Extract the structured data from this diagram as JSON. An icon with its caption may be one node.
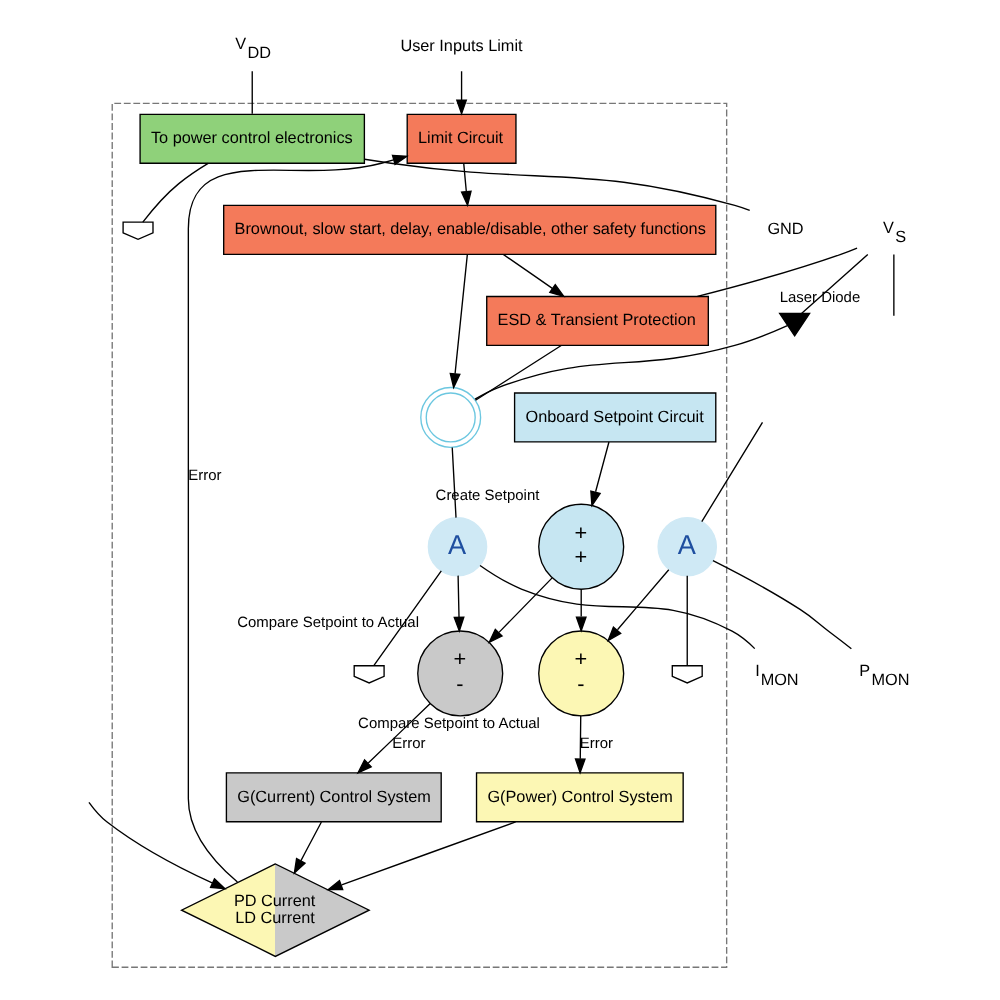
{
  "diagram": {
    "nodes": [
      {
        "text": [],
        "shape": "box"
      },
      {
        "text": [
          "V$_{DD}$"
        ]
      },
      {
        "text": [
          "GND"
        ]
      },
      {
        "text": [
          "User Inputs Limit"
        ]
      },
      {
        "text": [
          "V$_{S}$"
        ]
      },
      {
        "text": [
          "To power control electronics"
        ],
        "in": 0
      },
      {
        "text": [
          "Limit Circuit"
        ],
        "in": 0
      },
      {
        "text": [
          "Brownout, slow start, delay, enable/disable, other safety functions"
        ],
        "in": 0
      },
      {
        "text": [
          "ESD & Transient Protection"
        ],
        "in": 0
      },
      {
        "text": [],
        "shape": "diode",
        "beside": [
          "Laser Diode"
        ]
      },
      {
        "text": [
          "PD Current",
          "LD Current"
        ],
        "in": 0
      },
      {
        "text": [],
        "shape": "circle",
        "in": 0
      },
      {
        "text": [
          "A"
        ],
        "in": 0
      },
      {
        "text": [],
        "shape": "ground",
        "in": 0
      },
      {
        "text": [
          "Onboard Setpoint Circuit"
        ],
        "in": 0
      },
      {
        "text": [
          "G(Power) Control System"
        ],
        "in": 0
      },
      {
        "text": [
          "G(Current) Control System"
        ],
        "in": 0
      },
      {
        "text": [
          "+",
          "+"
        ],
        "beside": [
          "Create Setpoint"
        ],
        "in": 0
      },
      {
        "text": [
          "+",
          "-"
        ],
        "beside": [
          "Compare Setpoint to Actual"
        ],
        "in": 0
      },
      {
        "text": [
          "A"
        ],
        "in": 0
      },
      {
        "text": [],
        "shape": "ground",
        "in": 0
      },
      {
        "text": [
          "+",
          "-"
        ],
        "beside": [
          "Compare Setpoint to Actual"
        ],
        "in": 0
      },
      {
        "text": [
          "I$_{MON}$"
        ]
      },
      {
        "text": [
          "P$_{MON}$"
        ]
      },
      {
        "text": [],
        "shape": "ground",
        "in": 0
      }
    ],
    "edges": [
      {
        "from": 1,
        "to": 5,
        "arrow": "none"
      },
      {
        "from": 5,
        "to": 2,
        "arrow": "none"
      },
      {
        "from": 5,
        "to": 24,
        "arrow": "none"
      },
      {
        "from": 3,
        "to": 6,
        "arrow": "to"
      },
      {
        "from": 10,
        "to": 6,
        "arrow": "to",
        "label": "Error"
      },
      {
        "from": 6,
        "to": 7,
        "arrow": "to"
      },
      {
        "from": 7,
        "to": 8,
        "arrow": "to"
      },
      {
        "from": 4,
        "to": 8,
        "arrow": "none"
      },
      {
        "from": 4,
        "to": 9,
        "arrow": "none"
      },
      {
        "from": 4,
        "to": null,
        "arrow": "none"
      },
      {
        "from": 8,
        "to": 11,
        "arrow": "none"
      },
      {
        "from": 9,
        "to": 11,
        "arrow": "none"
      },
      {
        "from": 7,
        "to": 11,
        "arrow": "to"
      },
      {
        "from": null,
        "to": 10,
        "arrow": "to"
      },
      {
        "from": 15,
        "to": 10,
        "arrow": "to"
      },
      {
        "from": 16,
        "to": 10,
        "arrow": "to"
      },
      {
        "from": 11,
        "to": 12,
        "arrow": "none"
      },
      {
        "from": 12,
        "to": 13,
        "arrow": "none"
      },
      {
        "from": 12,
        "to": 22,
        "arrow": "none"
      },
      {
        "from": 12,
        "to": 18,
        "arrow": "to"
      },
      {
        "from": 14,
        "to": 17,
        "arrow": "to"
      },
      {
        "from": 17,
        "to": 18,
        "arrow": "to"
      },
      {
        "from": 17,
        "to": 21,
        "arrow": "to"
      },
      {
        "from": 18,
        "to": 16,
        "arrow": "to",
        "label": "Error"
      },
      {
        "from": 21,
        "to": 15,
        "arrow": "to",
        "label": "Error"
      },
      {
        "from": null,
        "to": 19,
        "arrow": "none"
      },
      {
        "from": 19,
        "to": 20,
        "arrow": "none"
      },
      {
        "from": 19,
        "to": 23,
        "arrow": "none"
      },
      {
        "from": 19,
        "to": 21,
        "arrow": "to"
      }
    ]
  }
}
